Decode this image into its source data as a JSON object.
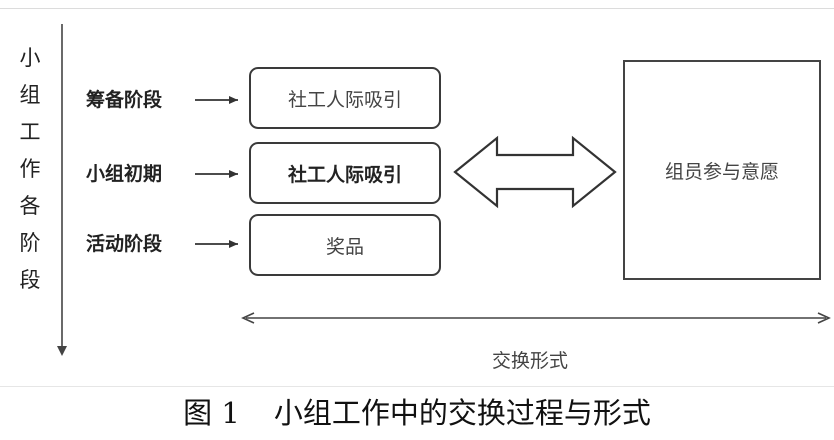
{
  "diagram": {
    "vertical_axis_label": [
      "小",
      "组",
      "工",
      "作",
      "各",
      "阶",
      "段"
    ],
    "stages": [
      {
        "label": "筹备阶段",
        "box": "社工人际吸引"
      },
      {
        "label": "小组初期",
        "box": "社工人际吸引"
      },
      {
        "label": "活动阶段",
        "box": "奖品"
      }
    ],
    "target_box": "组员参与意愿",
    "horizontal_axis_label": "交换形式"
  },
  "caption": {
    "figure_number": "图 1",
    "title": "小组工作中的交换过程与形式"
  }
}
